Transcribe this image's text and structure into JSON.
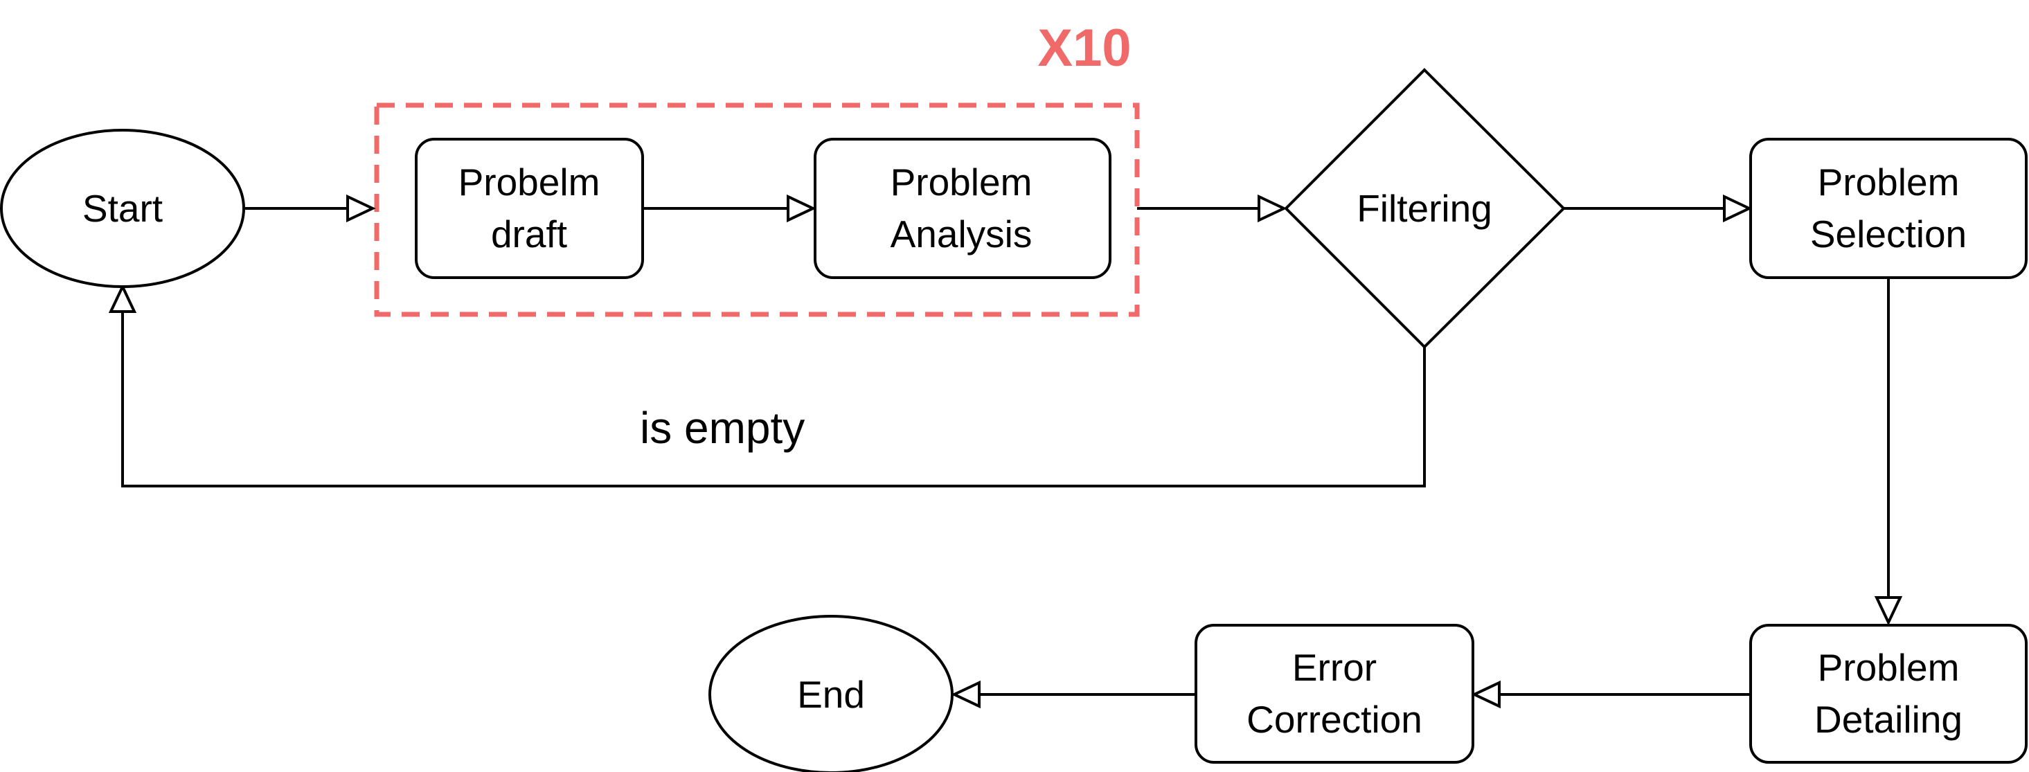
{
  "colors": {
    "stroke": "#000000",
    "fill": "#ffffff",
    "group_accent": "#f06a6a"
  },
  "group": {
    "label": "X10",
    "style": "dashed"
  },
  "nodes": {
    "start": {
      "shape": "ellipse",
      "lines": [
        "Start"
      ]
    },
    "problem_draft": {
      "shape": "rounded-rect",
      "lines": [
        "Probelm",
        "draft"
      ]
    },
    "problem_analysis": {
      "shape": "rounded-rect",
      "lines": [
        "Problem",
        "Analysis"
      ]
    },
    "filtering": {
      "shape": "diamond",
      "lines": [
        "Filtering"
      ]
    },
    "problem_selection": {
      "shape": "rounded-rect",
      "lines": [
        "Problem",
        "Selection"
      ]
    },
    "problem_detailing": {
      "shape": "rounded-rect",
      "lines": [
        "Problem",
        "Detailing"
      ]
    },
    "error_correction": {
      "shape": "rounded-rect",
      "lines": [
        "Error",
        "Correction"
      ]
    },
    "end": {
      "shape": "ellipse",
      "lines": [
        "End"
      ]
    }
  },
  "edges": [
    {
      "from": "start",
      "to": "group"
    },
    {
      "from": "problem_draft",
      "to": "problem_analysis"
    },
    {
      "from": "group",
      "to": "filtering"
    },
    {
      "from": "filtering",
      "to": "problem_selection"
    },
    {
      "from": "filtering",
      "to": "start",
      "label": "is empty"
    },
    {
      "from": "problem_selection",
      "to": "problem_detailing"
    },
    {
      "from": "problem_detailing",
      "to": "error_correction"
    },
    {
      "from": "error_correction",
      "to": "end"
    }
  ]
}
